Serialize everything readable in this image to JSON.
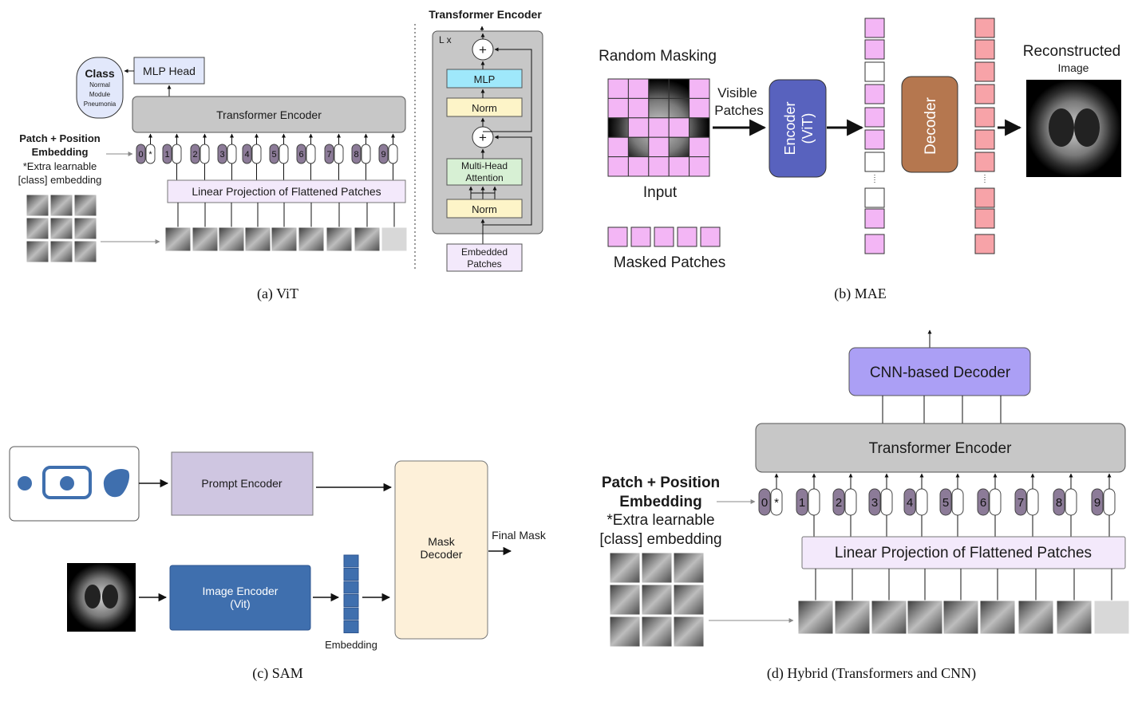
{
  "vit": {
    "caption": "(a) ViT",
    "class_title": "Class",
    "class_items": [
      "Normal",
      "Module",
      "Pneumonia"
    ],
    "mlp_head": "MLP Head",
    "transformer_encoder": "Transformer Encoder",
    "patch_pos_1": "Patch + Position",
    "patch_pos_2": "Embedding",
    "extra_1": "*Extra learnable",
    "extra_2": "[class] embedding",
    "linear_proj": "Linear Projection of Flattened Patches",
    "tokens": [
      "0",
      "1",
      "2",
      "3",
      "4",
      "5",
      "6",
      "7",
      "8",
      "9"
    ],
    "star": "*"
  },
  "encoder_detail": {
    "title": "Transformer Encoder",
    "lx": "L x",
    "plus": "+",
    "mlp": "MLP",
    "norm": "Norm",
    "mha_1": "Multi-Head",
    "mha_2": "Attention",
    "embedded_1": "Embedded",
    "embedded_2": "Patches"
  },
  "mae": {
    "caption": "(b) MAE",
    "random_masking": "Random Masking",
    "visible_1": "Visible",
    "visible_2": "Patches",
    "input": "Input",
    "masked_patches": "Masked Patches",
    "encoder_1": "Encoder",
    "encoder_2": "(ViT)",
    "decoder": "Decoder",
    "reconstructed": "Reconstructed",
    "image": "Image"
  },
  "sam": {
    "caption": "(c) SAM",
    "prompt_encoder": "Prompt Encoder",
    "image_encoder_1": "Image Encoder",
    "image_encoder_2": "(Vit)",
    "mask_decoder_1": "Mask",
    "mask_decoder_2": "Decoder",
    "final_mask": "Final Mask",
    "embedding": "Embedding"
  },
  "hybrid": {
    "caption": "(d) Hybrid (Transformers and CNN)",
    "cnn_decoder": "CNN-based Decoder",
    "transformer_encoder": "Transformer Encoder",
    "patch_pos_1": "Patch + Position",
    "patch_pos_2": "Embedding",
    "extra_1": "*Extra learnable",
    "extra_2": "[class] embedding",
    "linear_proj": "Linear Projection of Flattened Patches"
  },
  "colors": {
    "gray_box": "#c7c7c7",
    "lavender": "#f3e9fb",
    "token_purple": "#8c7b98",
    "mlp_blue": "#e2e8fb",
    "pink": "#f3b6f5",
    "salmon": "#f7a3a8",
    "encoder_blue": "#5862be",
    "decoder_brown": "#b5774f",
    "sam_blue": "#3f6fae",
    "prompt_purple": "#cfc6e1",
    "cnn_purple": "#ab9ff5",
    "mask_cream": "#fdf0d9"
  }
}
